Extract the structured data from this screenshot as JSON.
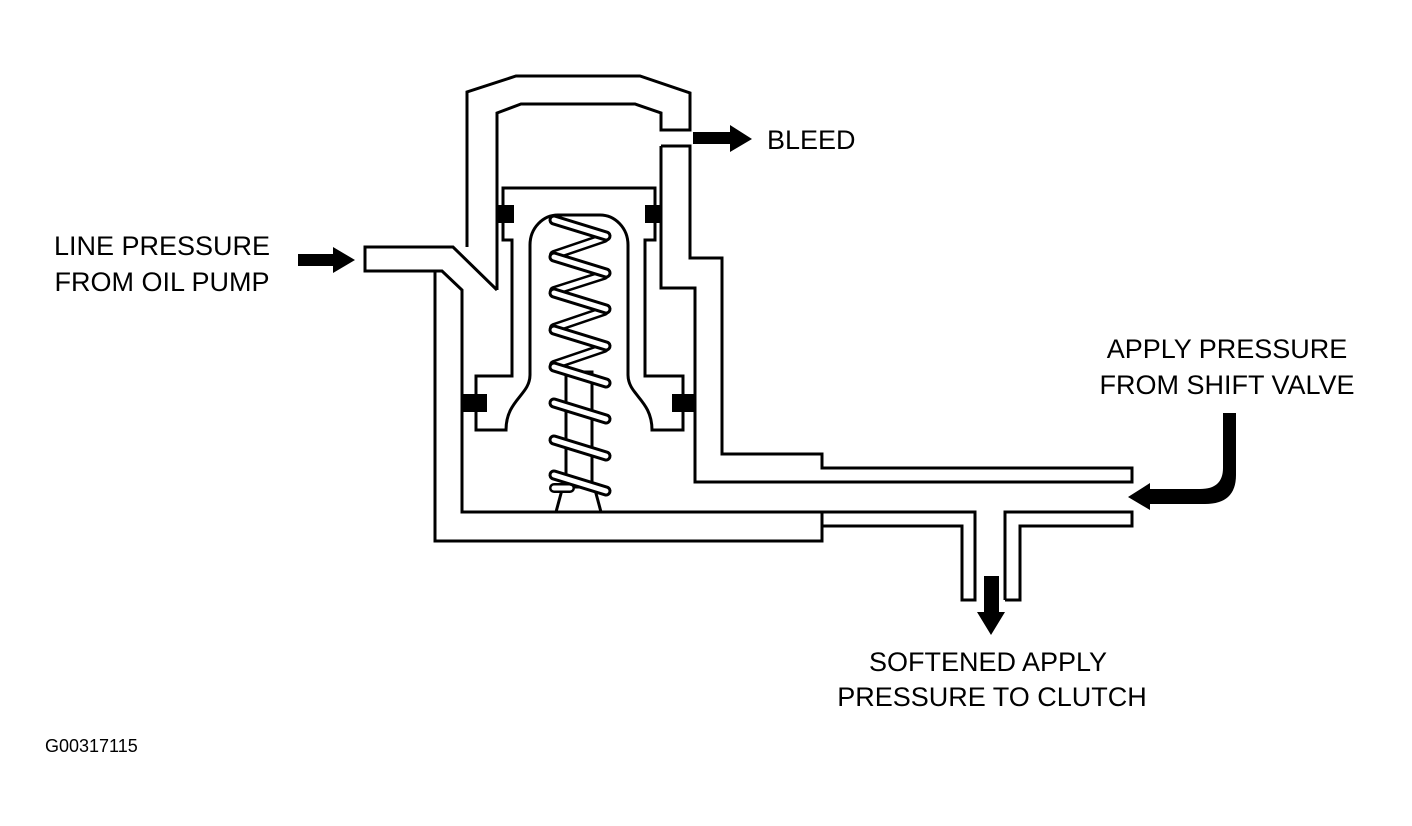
{
  "labels": {
    "bleed": "BLEED",
    "line_pressure": [
      "LINE PRESSURE",
      "FROM OIL PUMP"
    ],
    "apply_pressure": [
      "APPLY PRESSURE",
      "FROM SHIFT VALVE"
    ],
    "softened": [
      "SOFTENED APPLY",
      "PRESSURE TO CLUTCH"
    ],
    "figure_id": "G00317115"
  },
  "colors": {
    "line": "#000000",
    "background": "#ffffff"
  }
}
